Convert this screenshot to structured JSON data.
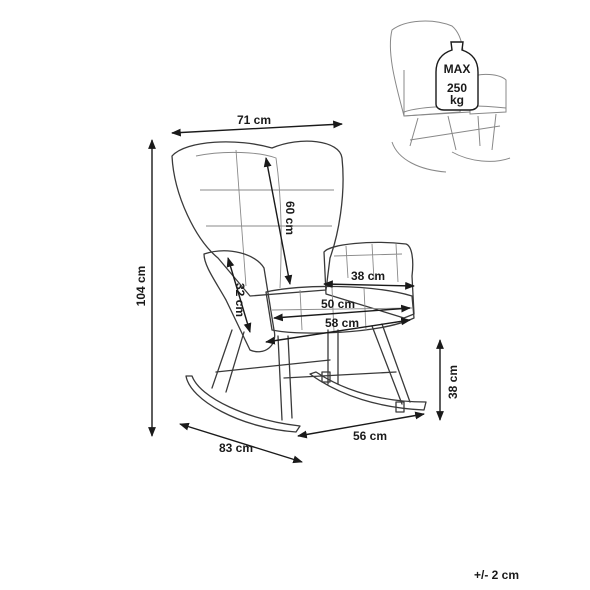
{
  "dimensions": {
    "width": "71 cm",
    "height": "104 cm",
    "back_height": "60 cm",
    "armrest_height": "32 cm",
    "armrest_depth": "38 cm",
    "seat_width": "50 cm",
    "seat_depth": "58 cm",
    "seat_height": "38 cm",
    "base_length": "56 cm",
    "depth": "83 cm"
  },
  "load": {
    "line1": "MAX",
    "line2": "250",
    "line3": "kg"
  },
  "tolerance": "+/- 2 cm",
  "colors": {
    "line": "#1a1a1a",
    "chair": "#3a3a3a",
    "thumb": "#888888"
  }
}
